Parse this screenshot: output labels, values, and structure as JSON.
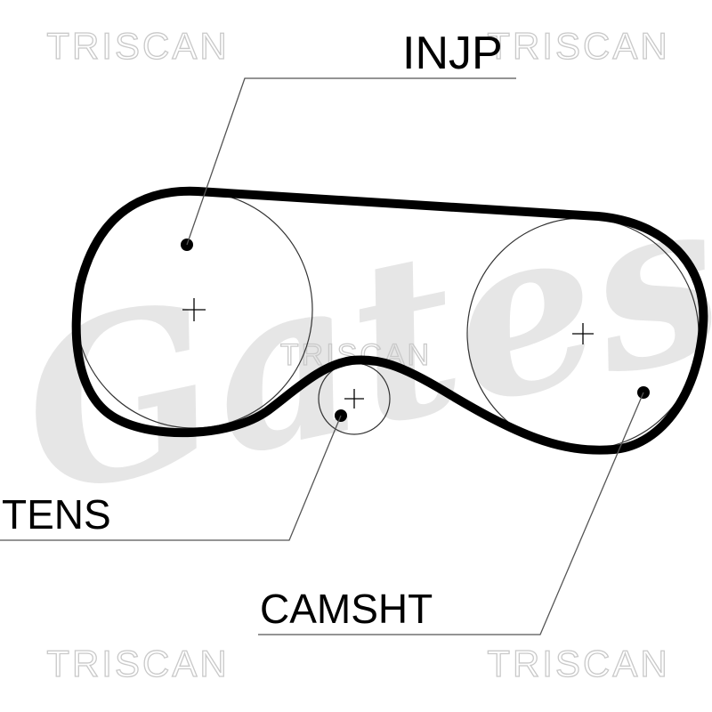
{
  "watermark": {
    "text": "TRISCAN",
    "color": "#c9c9c9"
  },
  "background_logo": {
    "text": "Gates",
    "color": "#e6e6e6"
  },
  "labels": {
    "injp": "INJP",
    "tens": "TENS",
    "camsht": "CAMSHT"
  },
  "colors": {
    "belt": "#000000",
    "outline": "#333333",
    "background": "#ffffff"
  }
}
